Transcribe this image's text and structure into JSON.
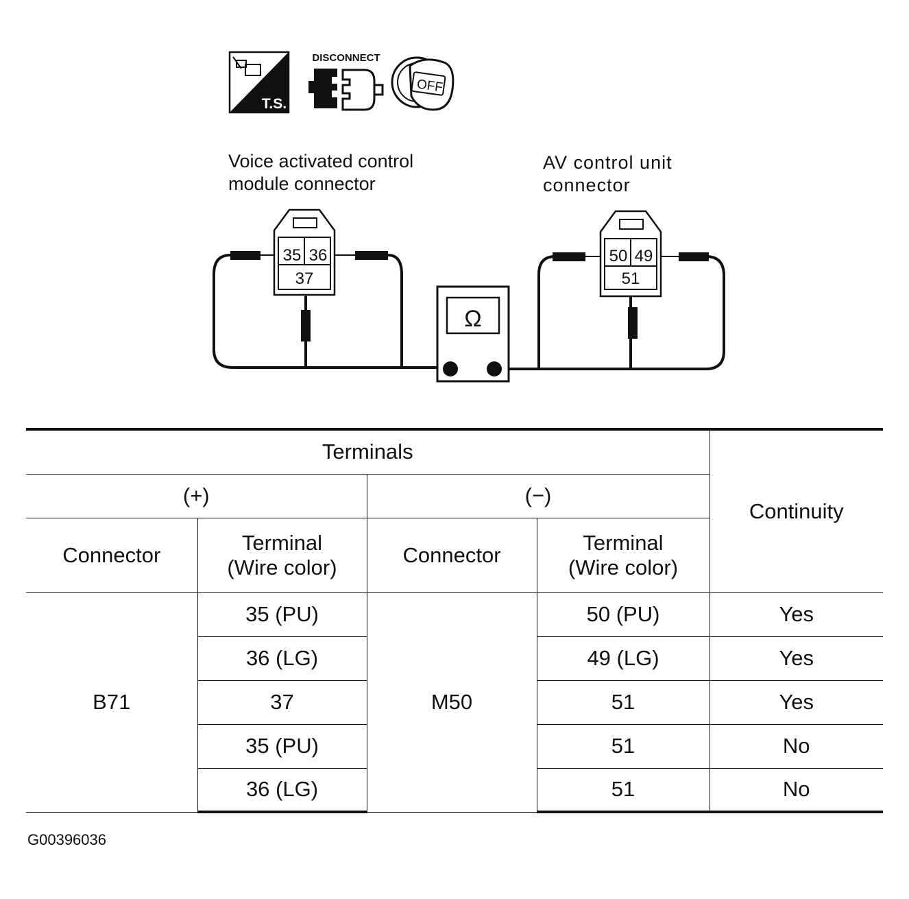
{
  "icons": {
    "ts_label": "T.S.",
    "disconnect_label": "DISCONNECT",
    "off_label": "OFF"
  },
  "left_connector": {
    "caption_line1": "Voice activated control",
    "caption_line2": "module connector",
    "pins": [
      "35",
      "36",
      "37"
    ]
  },
  "right_connector": {
    "caption_line1": "AV control unit",
    "caption_line2": "connector",
    "pins": [
      "50",
      "49",
      "51"
    ]
  },
  "meter": {
    "symbol": "Ω"
  },
  "table": {
    "terminals_header": "Terminals",
    "plus_header": "(+)",
    "minus_header": "(−)",
    "continuity_header": "Continuity",
    "connector_header": "Connector",
    "terminal_header_line1": "Terminal",
    "terminal_header_line2": "(Wire color)",
    "plus_connector": "B71",
    "minus_connector": "M50",
    "rows": [
      {
        "plus_terminal": "35 (PU)",
        "minus_terminal": "50 (PU)",
        "continuity": "Yes"
      },
      {
        "plus_terminal": "36 (LG)",
        "minus_terminal": "49 (LG)",
        "continuity": "Yes"
      },
      {
        "plus_terminal": "37",
        "minus_terminal": "51",
        "continuity": "Yes"
      },
      {
        "plus_terminal": "35 (PU)",
        "minus_terminal": "51",
        "continuity": "No"
      },
      {
        "plus_terminal": "36 (LG)",
        "minus_terminal": "51",
        "continuity": "No"
      }
    ]
  },
  "figure_id": "G00396036"
}
